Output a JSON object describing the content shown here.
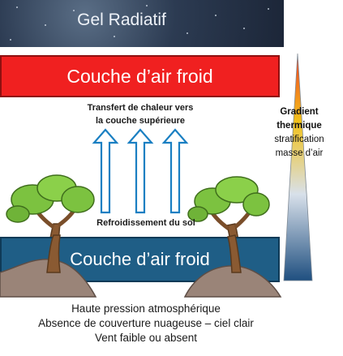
{
  "title": "Gel Radiatif",
  "top_layer": {
    "label": "Couche d’air froid"
  },
  "transfer": {
    "line1": "Transfert de chaleur vers",
    "line2": "la couche supérieure"
  },
  "gradient": {
    "line1": "Gradient",
    "line2": "thermique",
    "line3": "stratification",
    "line4": "masse d’air"
  },
  "ground_cooling": "Refroidissement du sol",
  "bottom_layer": {
    "label": "Couche d’air froid"
  },
  "conditions": [
    "Haute pression atmosphérique",
    "Absence de couverture nuageuse – ciel clair",
    "Vent faible ou absent"
  ],
  "colors": {
    "sky": "#2c3b52",
    "top_layer": "#f02020",
    "bottom_layer": "#1f5e86",
    "arrow_outline": "#1a7fc2",
    "gradient_top": "#f23a1e",
    "gradient_mid": "#f2c21a",
    "gradient_bottom": "#2a5f92"
  },
  "icons": [
    "upward-arrow-icon",
    "tree-icon",
    "rock-icon",
    "star-icon"
  ]
}
